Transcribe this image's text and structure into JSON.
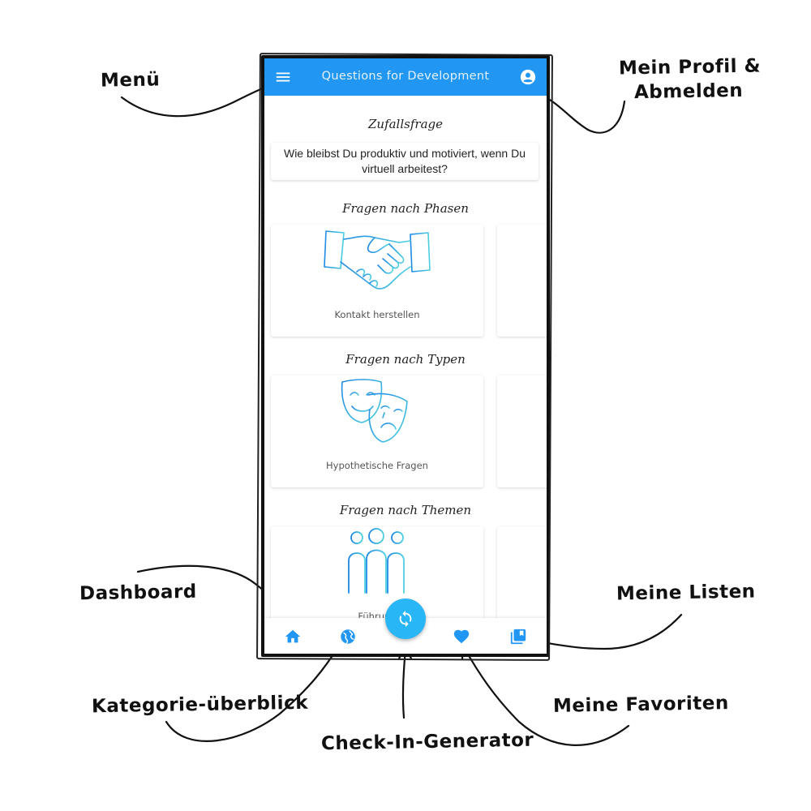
{
  "annotations": {
    "menu": "Menü",
    "profile_line1": "Mein Profil &",
    "profile_line2": "Abmelden",
    "dashboard": "Dashboard",
    "my_lists": "Meine Listen",
    "category_overview": "Kategorie-überblick",
    "my_favorites": "Meine Favoriten",
    "checkin_generator": "Check-In-Generator"
  },
  "app": {
    "title": "Questions for Development",
    "random_question": {
      "heading": "Zufallsfrage",
      "text": "Wie bleibst Du produktiv und motiviert, wenn Du virtuell arbeitest?"
    },
    "sections": [
      {
        "heading": "Fragen nach Phasen",
        "card_label": "Kontakt herstellen",
        "icon": "handshake-icon"
      },
      {
        "heading": "Fragen nach Typen",
        "card_label": "Hypothetische Fragen",
        "icon": "theater-masks-icon"
      },
      {
        "heading": "Fragen nach Themen",
        "card_label": "Führung",
        "icon": "people-group-icon"
      }
    ]
  },
  "colors": {
    "app_bar": "#2196f3",
    "accent": "#29b6f6",
    "icon_gradient_start": "#1e88e5",
    "icon_gradient_end": "#4dd0e1"
  },
  "icons": {
    "menu": "hamburger-icon",
    "profile": "account-circle-icon",
    "dashboard": "home-icon",
    "category_overview": "globe-icon",
    "checkin": "refresh-icon",
    "favorites": "heart-icon",
    "lists": "library-icon"
  }
}
